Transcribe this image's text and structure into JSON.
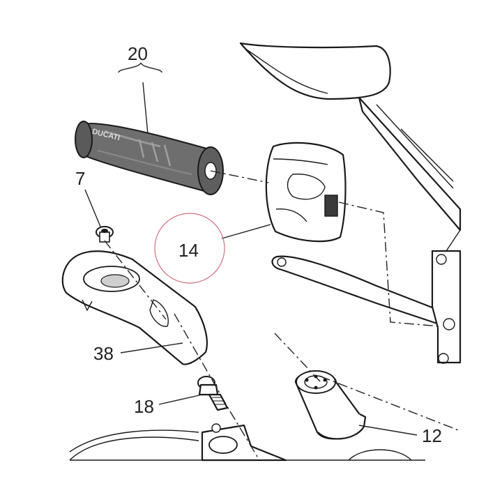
{
  "callouts": [
    {
      "id": "20",
      "label": "20"
    },
    {
      "id": "7",
      "label": "7"
    },
    {
      "id": "14",
      "label": "14"
    },
    {
      "id": "38",
      "label": "38"
    },
    {
      "id": "18",
      "label": "18"
    },
    {
      "id": "12",
      "label": "12"
    }
  ],
  "grip_brand": "DUCATI",
  "highlight_color": "#d07080"
}
